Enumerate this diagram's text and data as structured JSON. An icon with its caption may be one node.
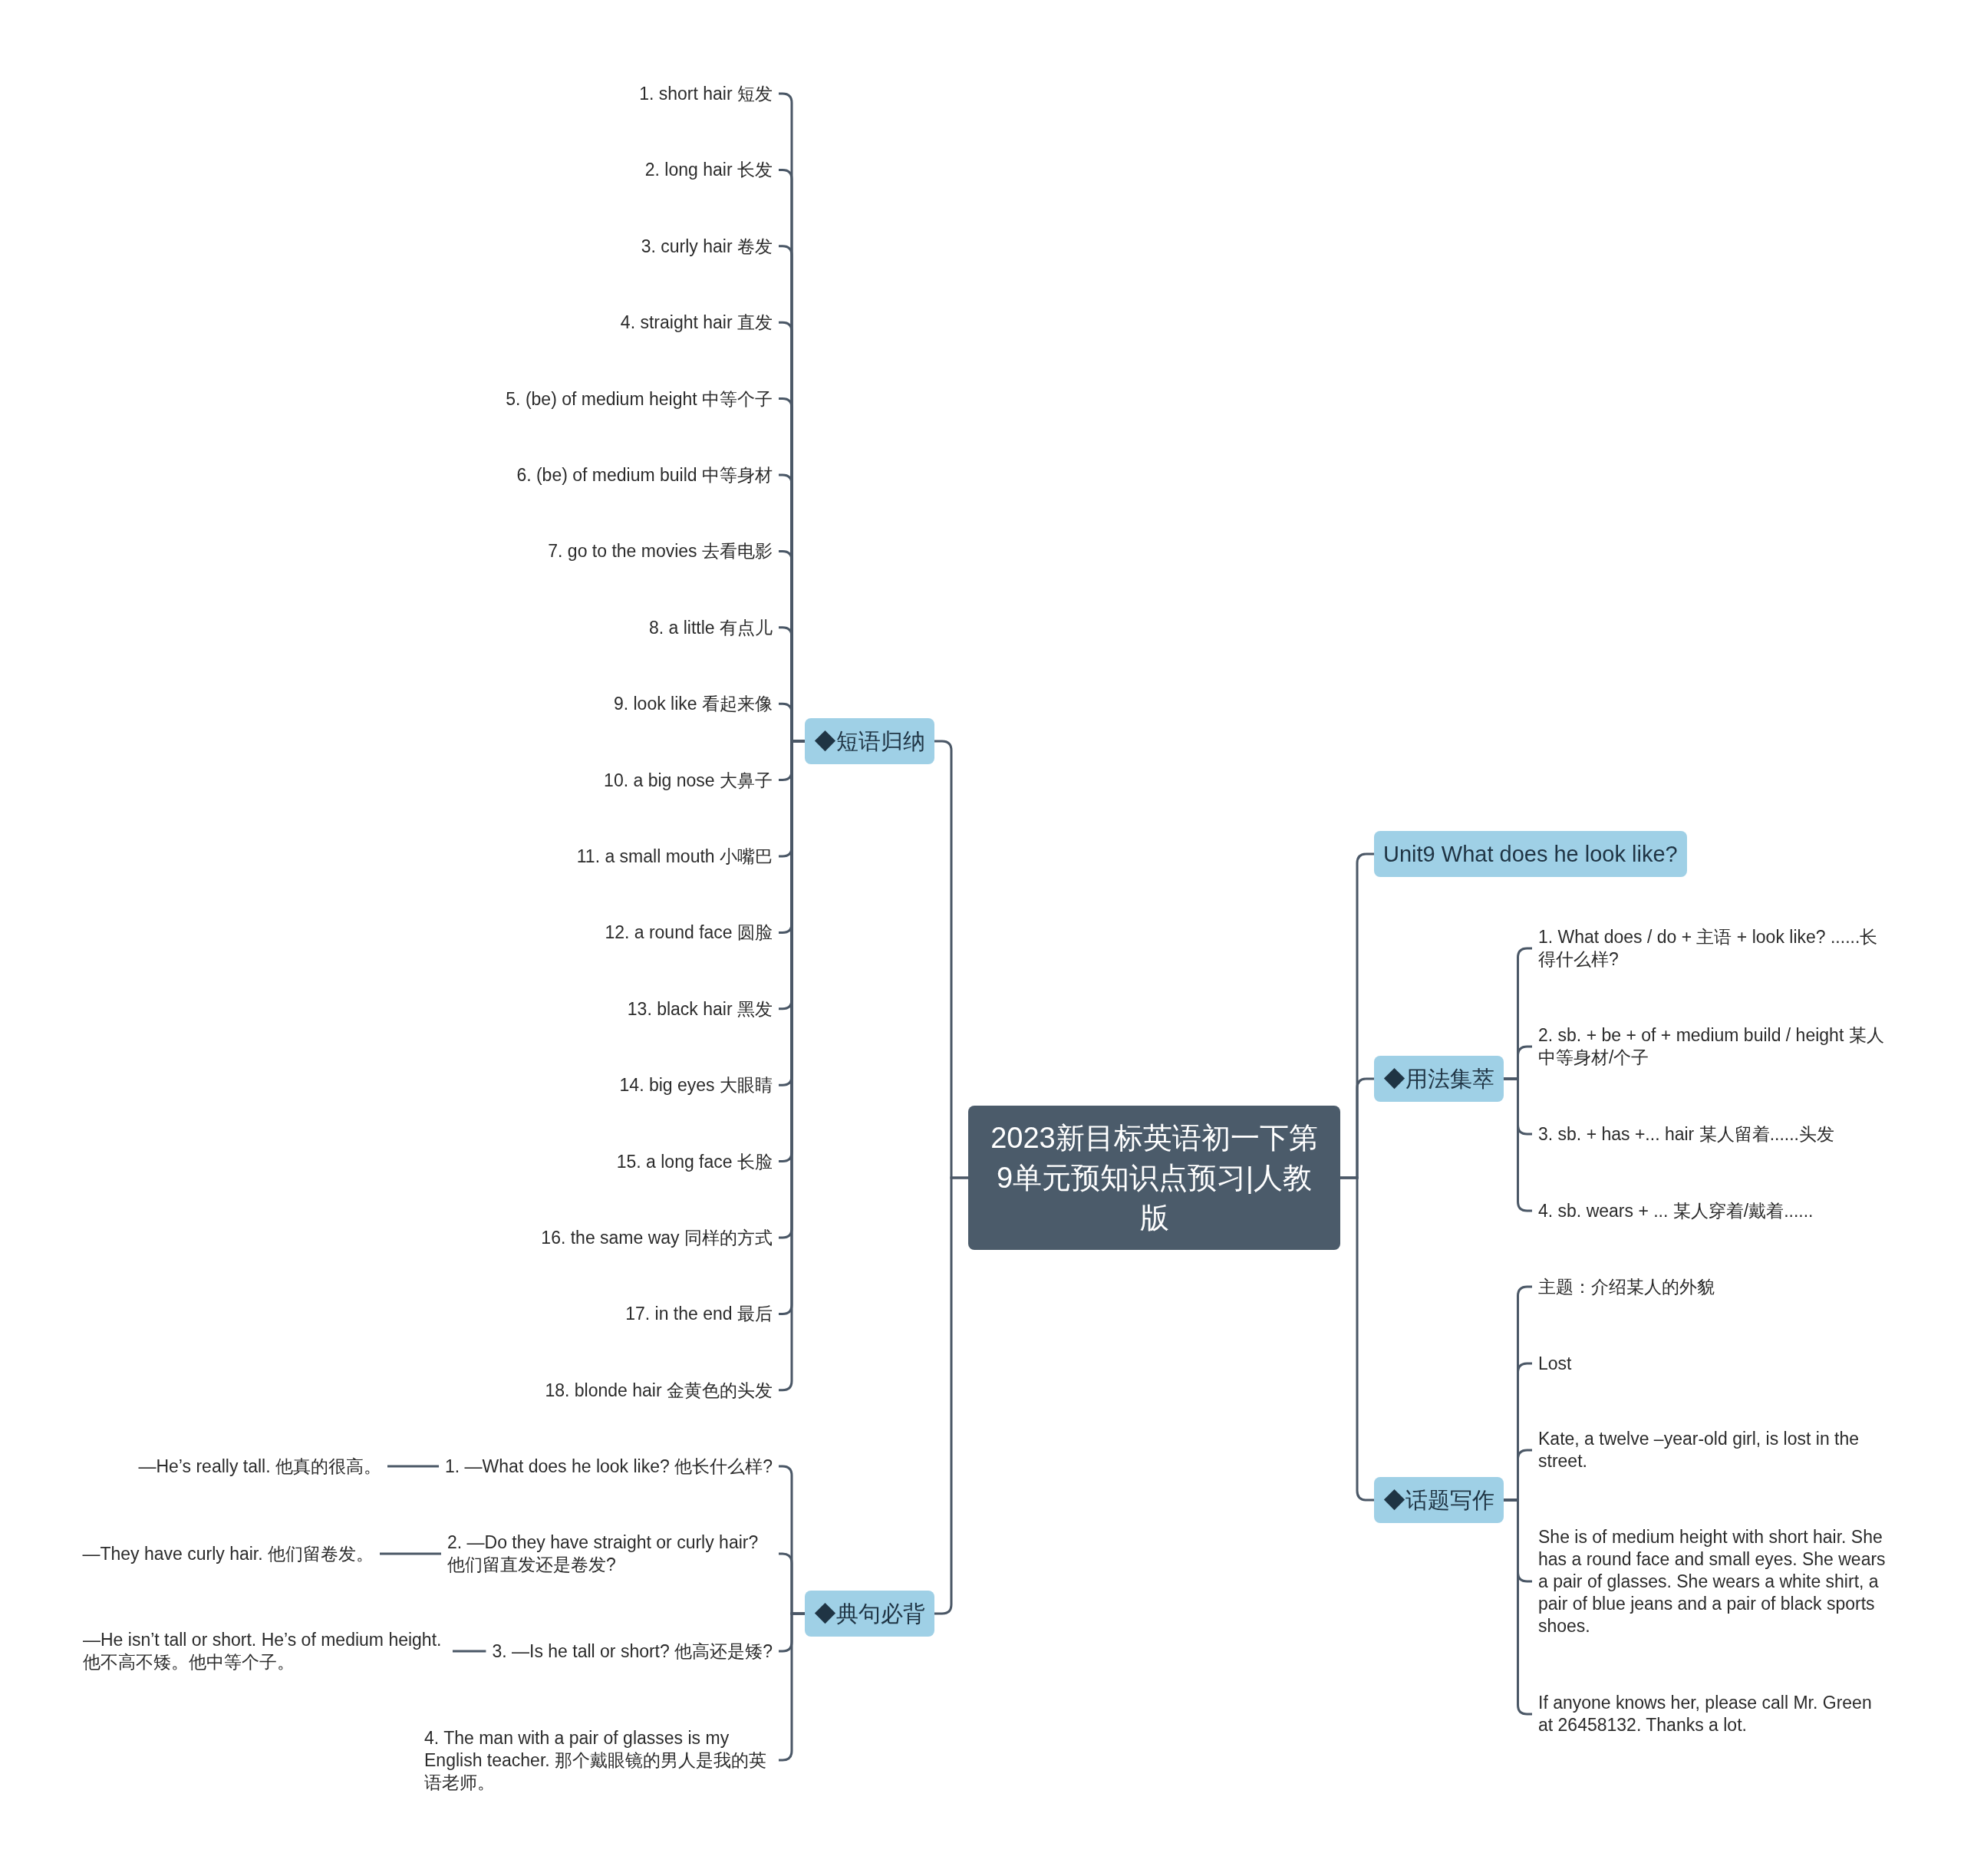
{
  "diagram": {
    "nodes": [
      {
        "text": [
          "2023新目标英语初一下第9单元预知识点预习|人教版"
        ]
      },
      {
        "text": [
          "◆短语归纳"
        ]
      },
      {
        "text": [
          "1. short hair 短发"
        ]
      },
      {
        "text": [
          "2. long hair 长发"
        ]
      },
      {
        "text": [
          "3. curly hair 卷发"
        ]
      },
      {
        "text": [
          "4. straight hair 直发"
        ]
      },
      {
        "text": [
          "5. (be) of medium height 中等个子"
        ]
      },
      {
        "text": [
          "6. (be) of medium build 中等身材"
        ]
      },
      {
        "text": [
          "7. go to the movies 去看电影"
        ]
      },
      {
        "text": [
          "8. a little 有点儿"
        ]
      },
      {
        "text": [
          "9. look like 看起来像"
        ]
      },
      {
        "text": [
          "10. a big nose 大鼻子"
        ]
      },
      {
        "text": [
          "11. a small mouth 小嘴巴"
        ]
      },
      {
        "text": [
          "12. a round face 圆脸"
        ]
      },
      {
        "text": [
          "13. black hair 黑发"
        ]
      },
      {
        "text": [
          "14. big eyes 大眼睛"
        ]
      },
      {
        "text": [
          "15. a long face 长脸"
        ]
      },
      {
        "text": [
          "16. the same way 同样的方式"
        ]
      },
      {
        "text": [
          "17. in the end 最后"
        ]
      },
      {
        "text": [
          "18. blonde hair 金黄色的头发"
        ]
      },
      {
        "text": [
          "◆典句必背"
        ]
      },
      {
        "text": [
          "1. —What does he look like? 他长什么样?"
        ]
      },
      {
        "text": [
          "—He’s really tall. 他真的很高。"
        ]
      },
      {
        "text": [
          "2. —Do they have straight or curly hair? 他们留直发还是卷发?"
        ]
      },
      {
        "text": [
          "—They have curly hair. 他们留卷发。"
        ]
      },
      {
        "text": [
          "3. —Is he tall or short? 他高还是矮?"
        ]
      },
      {
        "text": [
          "—He isn’t tall or short. He’s of medium height. 他不高不矮。他中等个子。"
        ]
      },
      {
        "text": [
          "4. The man with a pair of glasses is my English teacher. 那个戴眼镜的男人是我的英语老师。"
        ]
      },
      {
        "text": [
          "Unit9 What does he look like?"
        ]
      },
      {
        "text": [
          "◆用法集萃"
        ]
      },
      {
        "text": [
          "1. What does / do + 主语 + look like? ......长得什么样?"
        ]
      },
      {
        "text": [
          "2. sb. + be + of + medium build / height 某人中等身材/个子"
        ]
      },
      {
        "text": [
          "3. sb. + has +... hair 某人留着......头发"
        ]
      },
      {
        "text": [
          "4. sb. wears + ... 某人穿着/戴着......"
        ]
      },
      {
        "text": [
          "◆话题写作"
        ]
      },
      {
        "text": [
          "主题：介绍某人的外貌"
        ]
      },
      {
        "text": [
          "Lost"
        ]
      },
      {
        "text": [
          "Kate, a twelve –year-old girl, is lost in the street."
        ]
      },
      {
        "text": [
          "She is of medium height with short hair. She has a round face and small eyes. She wears a pair of glasses. She wears a white shirt, a pair of blue jeans and a pair of black sports shoes."
        ]
      },
      {
        "text": [
          "If anyone knows her, please call Mr. Green at 26458132. Thanks a lot."
        ]
      }
    ],
    "edges": [
      {
        "from": 0,
        "to": 1,
        "arrow": "none"
      },
      {
        "from": 1,
        "to": 2,
        "arrow": "none"
      },
      {
        "from": 1,
        "to": 3,
        "arrow": "none"
      },
      {
        "from": 1,
        "to": 4,
        "arrow": "none"
      },
      {
        "from": 1,
        "to": 5,
        "arrow": "none"
      },
      {
        "from": 1,
        "to": 6,
        "arrow": "none"
      },
      {
        "from": 1,
        "to": 7,
        "arrow": "none"
      },
      {
        "from": 1,
        "to": 8,
        "arrow": "none"
      },
      {
        "from": 1,
        "to": 9,
        "arrow": "none"
      },
      {
        "from": 1,
        "to": 10,
        "arrow": "none"
      },
      {
        "from": 1,
        "to": 11,
        "arrow": "none"
      },
      {
        "from": 1,
        "to": 12,
        "arrow": "none"
      },
      {
        "from": 1,
        "to": 13,
        "arrow": "none"
      },
      {
        "from": 1,
        "to": 14,
        "arrow": "none"
      },
      {
        "from": 1,
        "to": 15,
        "arrow": "none"
      },
      {
        "from": 1,
        "to": 16,
        "arrow": "none"
      },
      {
        "from": 1,
        "to": 17,
        "arrow": "none"
      },
      {
        "from": 1,
        "to": 18,
        "arrow": "none"
      },
      {
        "from": 1,
        "to": 19,
        "arrow": "none"
      },
      {
        "from": 0,
        "to": 20,
        "arrow": "none"
      },
      {
        "from": 20,
        "to": 21,
        "arrow": "none"
      },
      {
        "from": 21,
        "to": 22,
        "arrow": "none"
      },
      {
        "from": 20,
        "to": 23,
        "arrow": "none"
      },
      {
        "from": 23,
        "to": 24,
        "arrow": "none"
      },
      {
        "from": 20,
        "to": 25,
        "arrow": "none"
      },
      {
        "from": 25,
        "to": 26,
        "arrow": "none"
      },
      {
        "from": 20,
        "to": 27,
        "arrow": "none"
      },
      {
        "from": 0,
        "to": 28,
        "arrow": "none"
      },
      {
        "from": 0,
        "to": 29,
        "arrow": "none"
      },
      {
        "from": 29,
        "to": 30,
        "arrow": "none"
      },
      {
        "from": 29,
        "to": 31,
        "arrow": "none"
      },
      {
        "from": 29,
        "to": 32,
        "arrow": "none"
      },
      {
        "from": 29,
        "to": 33,
        "arrow": "none"
      },
      {
        "from": 0,
        "to": 34,
        "arrow": "none"
      },
      {
        "from": 34,
        "to": 35,
        "arrow": "none"
      },
      {
        "from": 34,
        "to": 36,
        "arrow": "none"
      },
      {
        "from": 34,
        "to": 37,
        "arrow": "none"
      },
      {
        "from": 34,
        "to": 38,
        "arrow": "none"
      },
      {
        "from": 34,
        "to": 39,
        "arrow": "none"
      }
    ]
  }
}
